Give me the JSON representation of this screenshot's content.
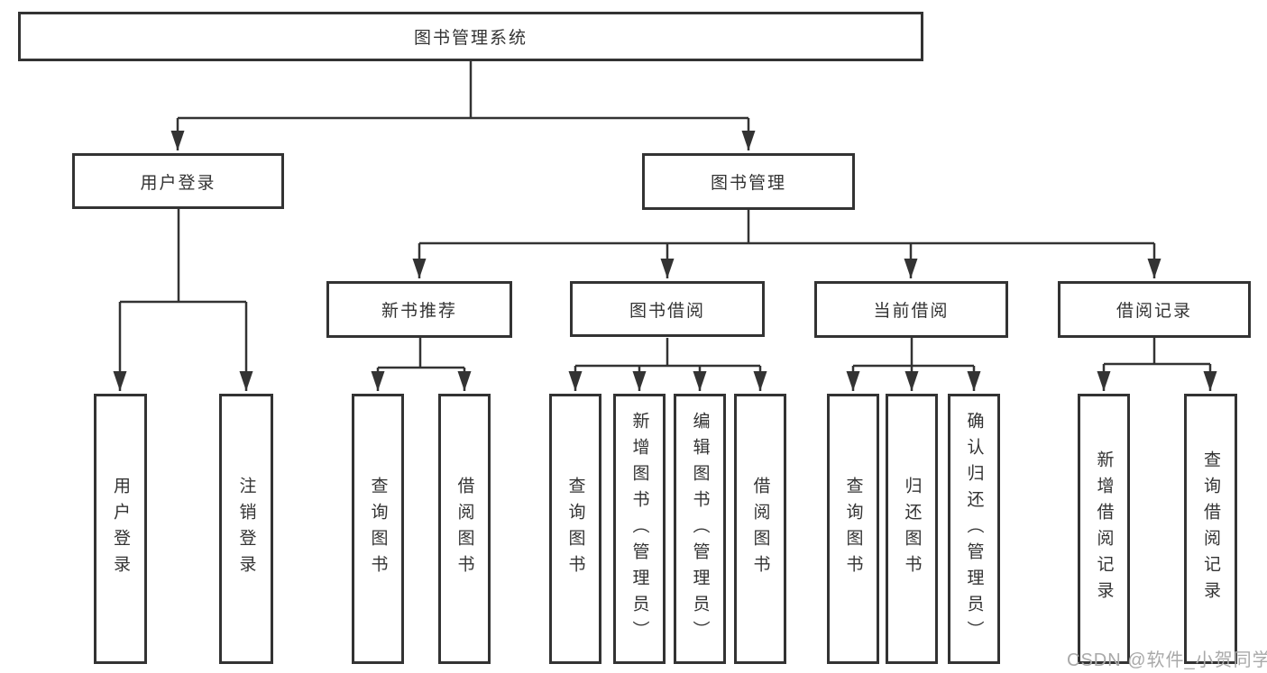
{
  "diagram": {
    "root": {
      "label": "图书管理系统"
    },
    "branches": [
      {
        "label": "用户登录",
        "children": [
          {
            "label": "用户登录"
          },
          {
            "label": "注销登录"
          }
        ]
      },
      {
        "label": "图书管理",
        "groups": [
          {
            "label": "新书推荐",
            "children": [
              {
                "label": "查询图书"
              },
              {
                "label": "借阅图书"
              }
            ]
          },
          {
            "label": "图书借阅",
            "children": [
              {
                "label": "查询图书"
              },
              {
                "label": "新增图书（管理员）"
              },
              {
                "label": "编辑图书（管理员）"
              },
              {
                "label": "借阅图书"
              }
            ]
          },
          {
            "label": "当前借阅",
            "children": [
              {
                "label": "查询图书"
              },
              {
                "label": "归还图书"
              },
              {
                "label": "确认归还（管理员）"
              }
            ]
          },
          {
            "label": "借阅记录",
            "children": [
              {
                "label": "新增借阅记录"
              },
              {
                "label": "查询借阅记录"
              }
            ]
          }
        ]
      }
    ]
  },
  "watermark": {
    "text": "CSDN @软件_小贺同学"
  },
  "colors": {
    "line": "#333333",
    "text": "#333333",
    "box_background": "#ffffff",
    "watermark": "#a9a9a9",
    "background": "#ffffff"
  }
}
